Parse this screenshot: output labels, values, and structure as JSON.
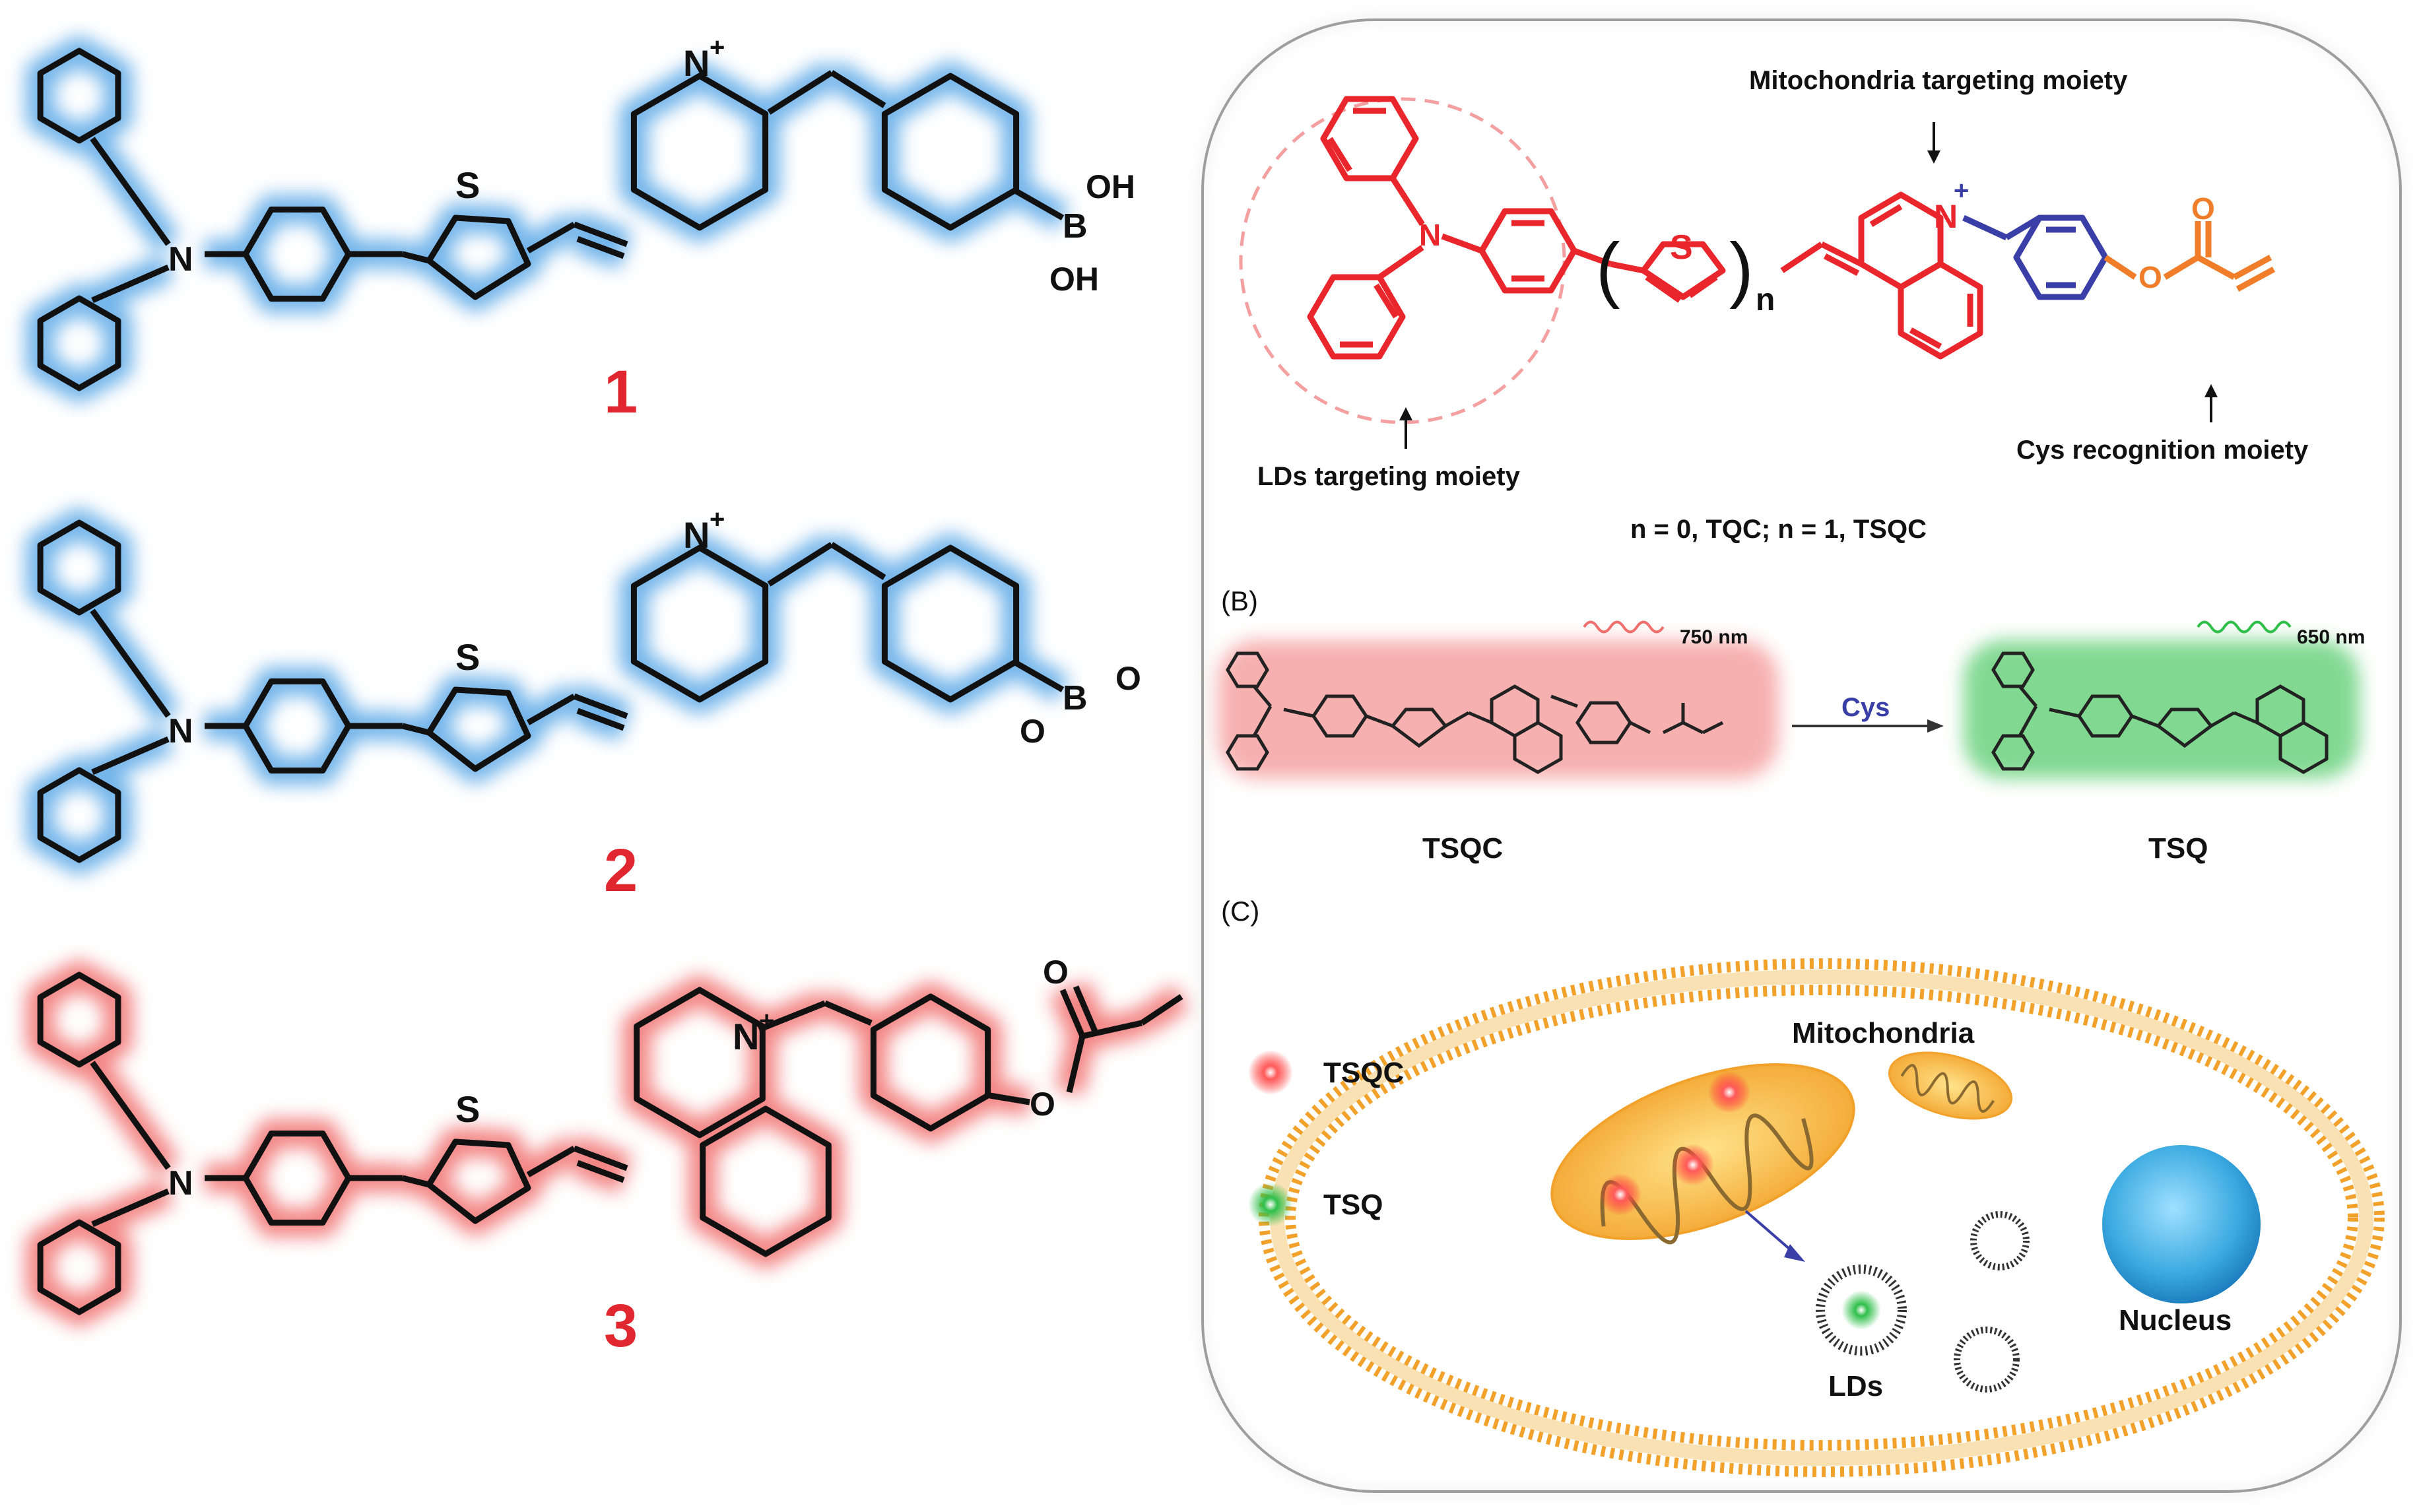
{
  "compounds": [
    {
      "number": "1",
      "glow": "#5aa7e6",
      "boron": {
        "b": "B",
        "oh1": "OH",
        "oh2": "OH"
      }
    },
    {
      "number": "2",
      "glow": "#5aa7e6",
      "boron": {
        "b": "B",
        "o1": "O",
        "o2": "O"
      }
    },
    {
      "number": "3",
      "glow": "#f0706e",
      "ester_o1": "O",
      "ester_o2": "O"
    }
  ],
  "atoms": {
    "n": "N",
    "s": "S",
    "n_plus": "N",
    "plus": "+"
  },
  "panel_a": {
    "mito_label": "Mitochondria targeting moiety",
    "lds_label": "LDs targeting moiety",
    "cys_label": "Cys recognition moiety",
    "n_sub": "n",
    "formula_caption": "n = 0, TQC; n = 1, TSQC",
    "colors": {
      "red": "#e8262c",
      "blue": "#3a3fa8",
      "orange": "#f07d2a"
    }
  },
  "panel_b": {
    "label": "(B)",
    "left_wavelength": "750 nm",
    "right_wavelength": "650 nm",
    "arrow_label": "Cys",
    "left_name": "TSQC",
    "right_name": "TSQ",
    "colors": {
      "left": "#f0706e",
      "right": "#2fbf4a",
      "arrow": "#3a3fa8"
    }
  },
  "panel_c": {
    "label": "(C)",
    "legend": [
      {
        "name": "TSQC",
        "color": "#e8262c"
      },
      {
        "name": "TSQ",
        "color": "#2fbf4a"
      }
    ],
    "mitochondria_label": "Mitochondria",
    "nucleus_label": "Nucleus",
    "lds_label": "LDs",
    "colors": {
      "membrane": "#f2a12a",
      "mito": "#f7b733",
      "nucleus": "#39a9e0"
    }
  }
}
